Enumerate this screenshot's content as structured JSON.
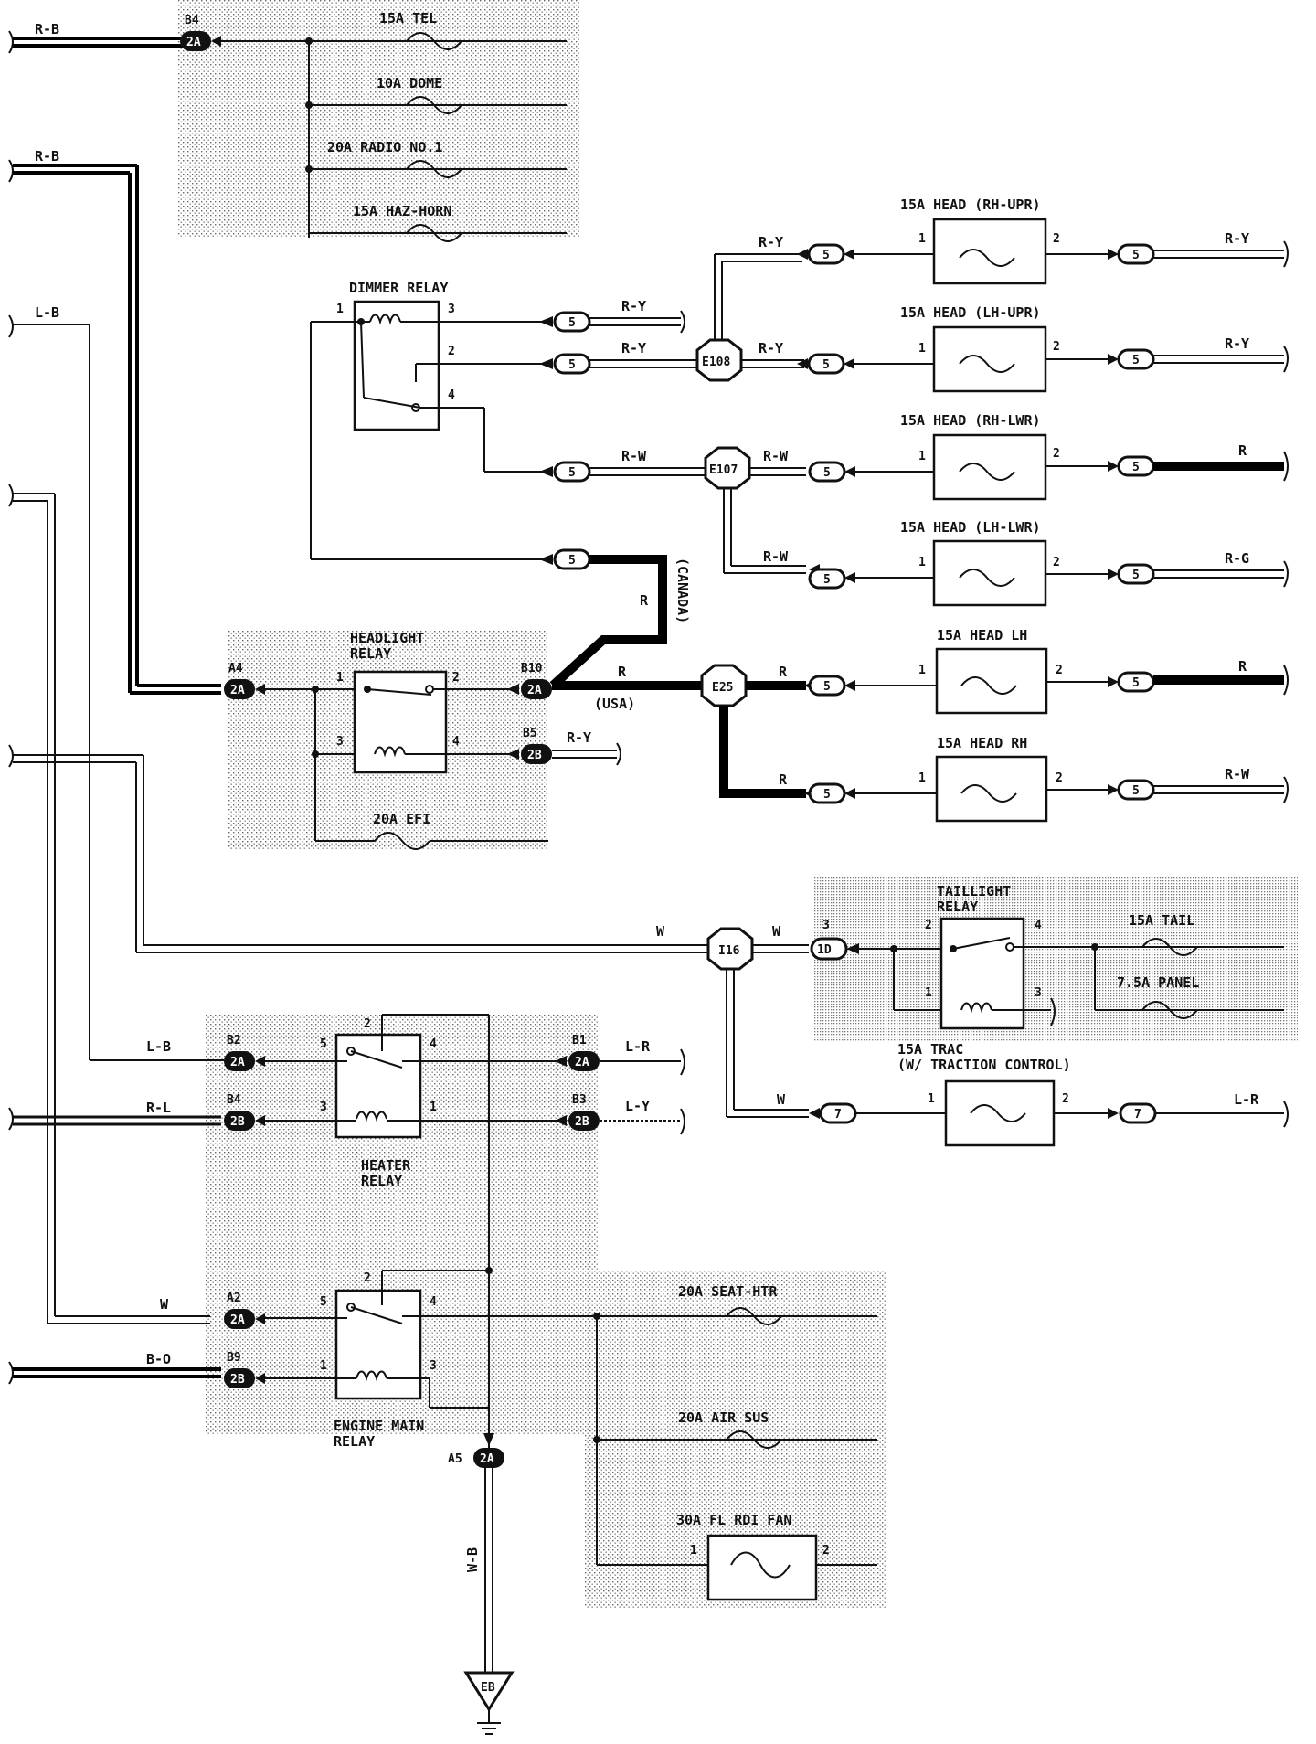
{
  "fuses": {
    "tel": "15A TEL",
    "dome": "10A DOME",
    "radio": "20A RADIO NO.1",
    "haz": "15A HAZ-HORN",
    "head_rh_upr": "15A HEAD (RH-UPR)",
    "head_lh_upr": "15A HEAD (LH-UPR)",
    "head_rh_lwr": "15A HEAD (RH-LWR)",
    "head_lh_lwr": "15A HEAD (LH-LWR)",
    "head_lh": "15A HEAD LH",
    "head_rh": "15A HEAD RH",
    "efi": "20A EFI",
    "tail": "15A TAIL",
    "panel": "7.5A PANEL",
    "trac_1": "15A TRAC",
    "trac_2": "(W/ TRACTION CONTROL)",
    "seat": "20A SEAT-HTR",
    "airsus": "20A AIR SUS",
    "rdi": "30A FL RDI FAN"
  },
  "relays": {
    "dimmer": "DIMMER RELAY",
    "headlight_1": "HEADLIGHT",
    "headlight_2": "RELAY",
    "taillight_1": "TAILLIGHT",
    "taillight_2": "RELAY",
    "heater_1": "HEATER",
    "heater_2": "RELAY",
    "engine_1": "ENGINE MAIN",
    "engine_2": "RELAY"
  },
  "wires": {
    "rb": "R-B",
    "lb": "L-B",
    "ry": "R-Y",
    "rw": "R-W",
    "r": "R",
    "rg": "R-G",
    "w": "W",
    "lr": "L-R",
    "ly": "L-Y",
    "rl": "R-L",
    "bo": "B-O",
    "wb": "W-B",
    "canada": "(CANADA)",
    "usa": "(USA)"
  },
  "connectors": {
    "c2a": "2A",
    "c2b": "2B",
    "c5": "5",
    "c7": "7",
    "c1d": "1D",
    "b4": "B4",
    "a4": "A4",
    "b10": "B10",
    "b5": "B5",
    "b2": "B2",
    "b1": "B1",
    "b3": "B3",
    "a2": "A2",
    "b9": "B9",
    "a5": "A5",
    "p1": "1",
    "p2": "2",
    "p3": "3",
    "p4": "4",
    "p5": "5"
  },
  "junctions": {
    "e108": "E108",
    "e107": "E107",
    "e25": "E25",
    "i16": "I16"
  },
  "ground": "EB"
}
